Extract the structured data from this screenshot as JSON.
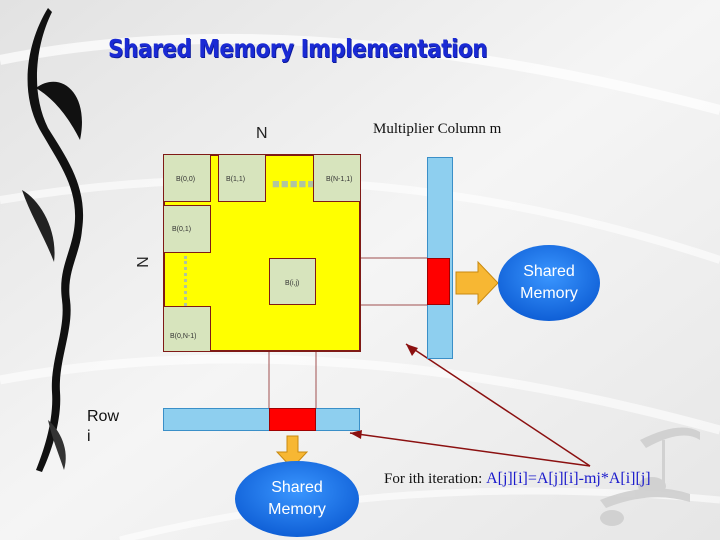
{
  "title": "Shared Memory Implementation",
  "matrix": {
    "top_label": "N",
    "side_label": "N",
    "cells": {
      "b00": "B(0,0)",
      "b11": "B(1,1)",
      "bn11": "B(N-1,1)",
      "b01": "B(0,1)",
      "bij": "B(i,j)",
      "b0n1": "B(0,N-1)"
    }
  },
  "column_label": "Multiplier Column m",
  "row_label_line1": "Row",
  "row_label_line2": "i",
  "shared_memory_right_line1": "Shared",
  "shared_memory_right_line2": "Memory",
  "shared_memory_bottom_line1": "Shared",
  "shared_memory_bottom_line2": "Memory",
  "iteration_prefix": "For ith iteration: ",
  "iteration_formula": "A[j][i]=A[j][i]-mj*A[i][j]",
  "colors": {
    "title": "#1a2ad4",
    "matrix_fill": "#ffff00",
    "cell_fill": "#d7e4bd",
    "border": "#7f1a16",
    "bar": "#8ecfef",
    "highlight": "#ff0000",
    "ellipse": "#1a78f0",
    "arrow": "#f7b733"
  }
}
